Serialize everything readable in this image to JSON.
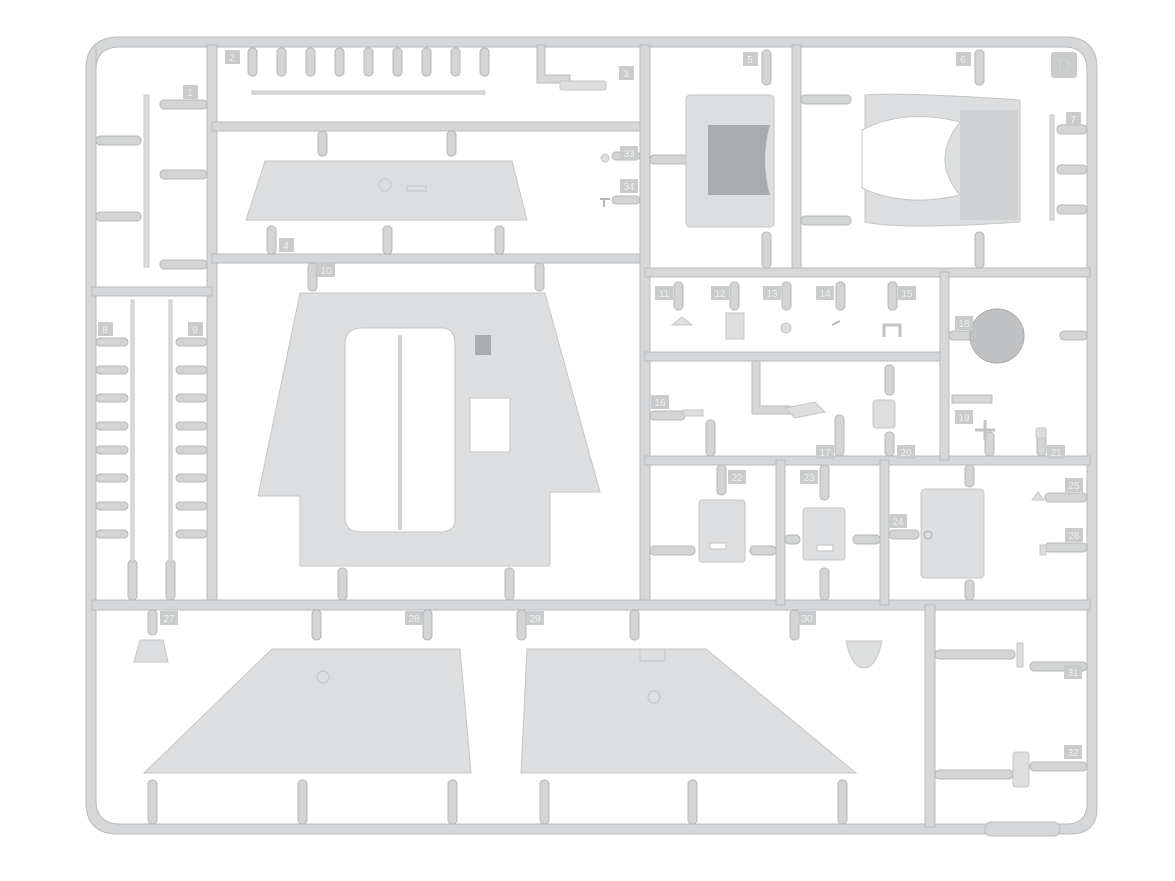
{
  "sprue_letter": "D",
  "part_numbers": [
    "1",
    "2",
    "3",
    "4",
    "5",
    "6",
    "7",
    "8",
    "9",
    "10",
    "11",
    "12",
    "13",
    "14",
    "15",
    "16",
    "17",
    "18",
    "19",
    "20",
    "21",
    "22",
    "23",
    "24",
    "25",
    "26",
    "27",
    "28",
    "29",
    "30",
    "31",
    "32",
    "33",
    "34"
  ],
  "colors": {
    "plastic": "#d5d7d8",
    "background": "#ffffff",
    "label": "#c9cbcc"
  }
}
